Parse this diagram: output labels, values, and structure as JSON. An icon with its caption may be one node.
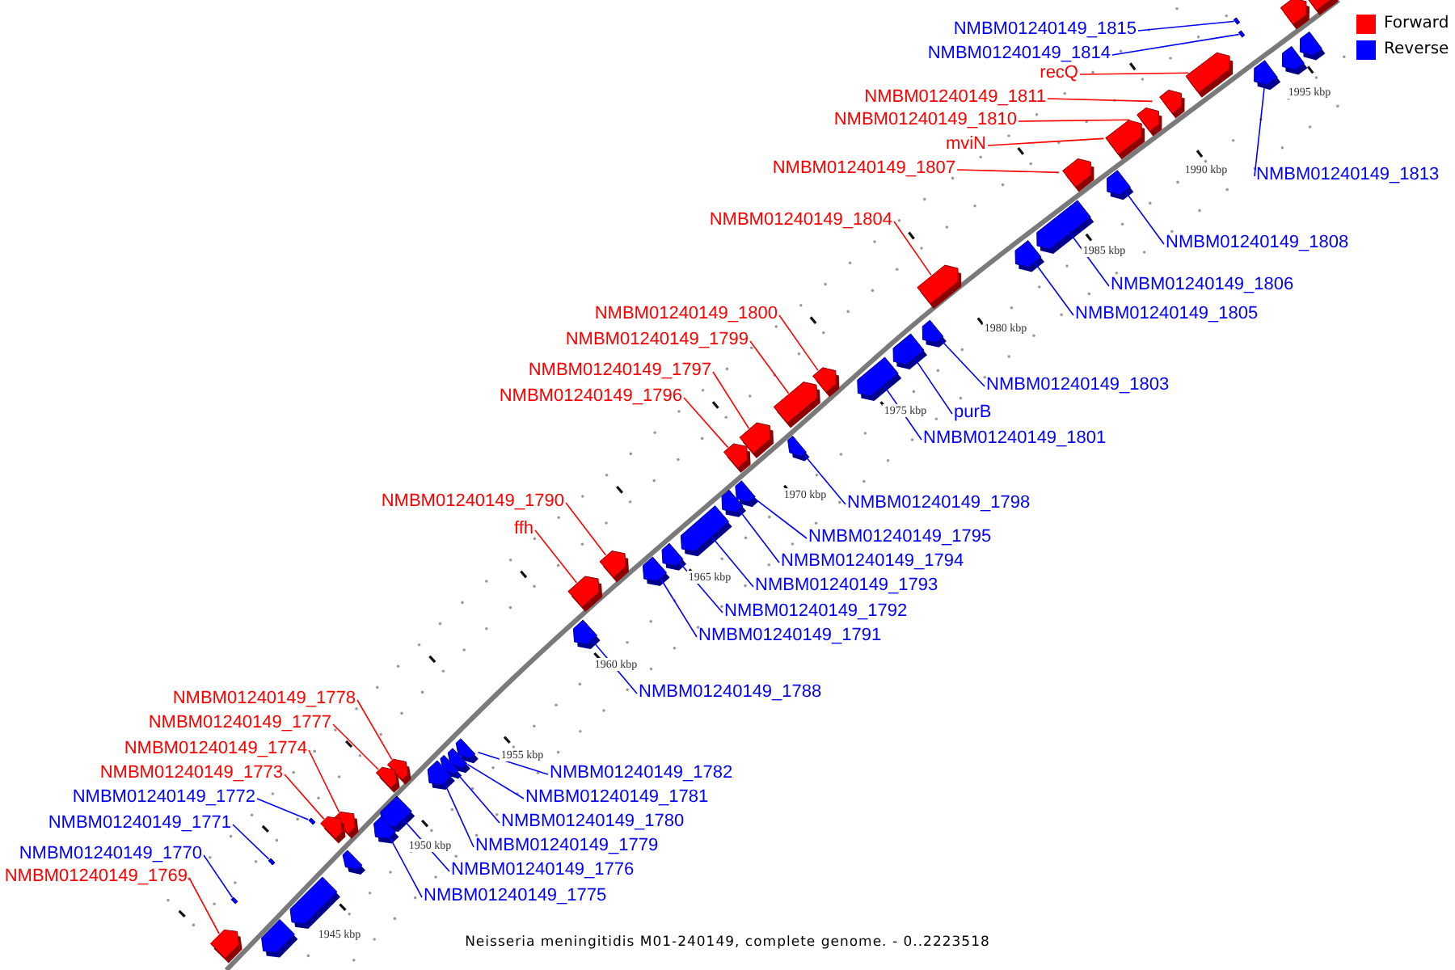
{
  "diagram": {
    "caption": "Neisseria meningitidis M01-240149, complete genome. - 0..2223518",
    "nodes": [
      {
        "text": [],
        "shape": "box"
      },
      {
        "text": [],
        "shape": "box"
      },
      {
        "text": [
          "NMBM01240149_1815"
        ]
      },
      {
        "text": [],
        "shape": "box"
      },
      {
        "text": [
          "NMBM01240149_1814"
        ]
      },
      {
        "text": [],
        "shape": "box"
      },
      {
        "text": [],
        "shape": "box"
      },
      {
        "text": [],
        "shape": "box"
      },
      {
        "text": [
          "recQ"
        ]
      },
      {
        "text": [],
        "shape": "box"
      },
      {
        "text": [
          "NMBM01240149_1813"
        ]
      },
      {
        "text": [],
        "shape": "box"
      },
      {
        "text": [
          "NMBM01240149_1811"
        ]
      },
      {
        "text": [],
        "shape": "box"
      },
      {
        "text": [
          "NMBM01240149_1810"
        ]
      },
      {
        "text": [],
        "shape": "box"
      },
      {
        "text": [
          "mviN"
        ]
      },
      {
        "text": [],
        "shape": "box"
      },
      {
        "text": [
          "NMBM01240149_1807"
        ]
      },
      {
        "text": [],
        "shape": "box"
      },
      {
        "text": [
          "NMBM01240149_1808"
        ]
      },
      {
        "text": [],
        "shape": "box"
      },
      {
        "text": [
          "NMBM01240149_1806"
        ]
      },
      {
        "text": [],
        "shape": "box"
      },
      {
        "text": [
          "NMBM01240149_1805"
        ]
      },
      {
        "text": [],
        "shape": "box"
      },
      {
        "text": [
          "NMBM01240149_1804"
        ]
      },
      {
        "text": [],
        "shape": "box"
      },
      {
        "text": [
          "NMBM01240149_1800"
        ]
      },
      {
        "text": [],
        "shape": "box"
      },
      {
        "text": [
          "NMBM01240149_1799"
        ]
      },
      {
        "text": [],
        "shape": "box"
      },
      {
        "text": [
          "NMBM01240149_1803"
        ]
      },
      {
        "text": [],
        "shape": "box"
      },
      {
        "text": [
          "purB"
        ]
      },
      {
        "text": [],
        "shape": "box"
      },
      {
        "text": [
          "NMBM01240149_1801"
        ]
      },
      {
        "text": [],
        "shape": "box"
      },
      {
        "text": [
          "NMBM01240149_1797"
        ]
      },
      {
        "text": [],
        "shape": "box"
      },
      {
        "text": [
          "NMBM01240149_1796"
        ]
      },
      {
        "text": [],
        "shape": "box"
      },
      {
        "text": [
          "NMBM01240149_1798"
        ]
      },
      {
        "text": [],
        "shape": "box"
      },
      {
        "text": [
          "NMBM01240149_1795"
        ]
      },
      {
        "text": [],
        "shape": "box"
      },
      {
        "text": [
          "NMBM01240149_1794"
        ]
      },
      {
        "text": [],
        "shape": "box"
      },
      {
        "text": [
          "NMBM01240149_1790"
        ]
      },
      {
        "text": [],
        "shape": "box"
      },
      {
        "text": [
          "NMBM01240149_1793"
        ]
      },
      {
        "text": [],
        "shape": "box"
      },
      {
        "text": [
          "ffh"
        ]
      },
      {
        "text": [],
        "shape": "box"
      },
      {
        "text": [
          "NMBM01240149_1792"
        ]
      },
      {
        "text": [],
        "shape": "box"
      },
      {
        "text": [
          "NMBM01240149_1791"
        ]
      },
      {
        "text": [],
        "shape": "box"
      },
      {
        "text": [
          "NMBM01240149_1788"
        ]
      },
      {
        "text": [],
        "shape": "box"
      },
      {
        "text": [
          "NMBM01240149_1778"
        ]
      },
      {
        "text": [],
        "shape": "box"
      },
      {
        "text": [
          "NMBM01240149_1777"
        ]
      },
      {
        "text": [],
        "shape": "box"
      },
      {
        "text": [
          "NMBM01240149_1774"
        ]
      },
      {
        "text": [],
        "shape": "box"
      },
      {
        "text": [
          "NMBM01240149_1773"
        ]
      },
      {
        "text": [],
        "shape": "box"
      },
      {
        "text": [
          "NMBM01240149_1782"
        ]
      },
      {
        "text": [],
        "shape": "box"
      },
      {
        "text": [
          "NMBM01240149_1781"
        ]
      },
      {
        "text": [],
        "shape": "box"
      },
      {
        "text": [
          "NMBM01240149_1780"
        ]
      },
      {
        "text": [],
        "shape": "box"
      },
      {
        "text": [
          "NMBM01240149_1779"
        ]
      },
      {
        "text": [],
        "shape": "box"
      },
      {
        "text": [
          "NMBM01240149_1772"
        ]
      },
      {
        "text": [],
        "shape": "box"
      },
      {
        "text": [
          "NMBM01240149_1771"
        ]
      },
      {
        "text": [],
        "shape": "box"
      },
      {
        "text": [
          "NMBM01240149_1776"
        ]
      },
      {
        "text": [],
        "shape": "box"
      },
      {
        "text": [
          "NMBM01240149_1775"
        ]
      },
      {
        "text": [],
        "shape": "box"
      },
      {
        "text": [],
        "shape": "box"
      },
      {
        "text": [
          "NMBM01240149_1770"
        ]
      },
      {
        "text": [],
        "shape": "box"
      },
      {
        "text": [
          "NMBM01240149_1769"
        ]
      },
      {
        "text": [],
        "shape": "box"
      },
      {
        "text": [],
        "shape": "box"
      },
      {
        "text": [],
        "shape": "box"
      }
    ],
    "edges": [
      {
        "from": 2,
        "to": 3,
        "arrow": "none"
      },
      {
        "from": 4,
        "to": 5,
        "arrow": "none"
      },
      {
        "from": 8,
        "to": 9,
        "arrow": "none",
        "color": "#ff0000"
      },
      {
        "from": 10,
        "to": 11,
        "arrow": "none"
      },
      {
        "from": 12,
        "to": 13,
        "arrow": "none",
        "color": "#ff0000"
      },
      {
        "from": 14,
        "to": 15,
        "arrow": "none",
        "color": "#ff0000"
      },
      {
        "from": 16,
        "to": 17,
        "arrow": "none",
        "color": "#ff0000"
      },
      {
        "from": 18,
        "to": 19,
        "arrow": "none",
        "color": "#ff0000"
      },
      {
        "from": 20,
        "to": 21,
        "arrow": "none"
      },
      {
        "from": 22,
        "to": 23,
        "arrow": "none"
      },
      {
        "from": 24,
        "to": 25,
        "arrow": "none"
      },
      {
        "from": 26,
        "to": 27,
        "arrow": "none",
        "color": "#ff0000"
      },
      {
        "from": 28,
        "to": 29,
        "arrow": "none",
        "color": "#ff0000"
      },
      {
        "from": 30,
        "to": 31,
        "arrow": "none",
        "color": "#ff0000"
      },
      {
        "from": 32,
        "to": 33,
        "arrow": "none"
      },
      {
        "from": 34,
        "to": 35,
        "arrow": "none"
      },
      {
        "from": 36,
        "to": 37,
        "arrow": "none"
      },
      {
        "from": 38,
        "to": 39,
        "arrow": "none",
        "color": "#ff0000"
      },
      {
        "from": 40,
        "to": 41,
        "arrow": "none",
        "color": "#ff0000"
      },
      {
        "from": 42,
        "to": 43,
        "arrow": "none"
      },
      {
        "from": 44,
        "to": 45,
        "arrow": "none"
      },
      {
        "from": 46,
        "to": 47,
        "arrow": "none"
      },
      {
        "from": 48,
        "to": 49,
        "arrow": "none",
        "color": "#ff0000"
      },
      {
        "from": 50,
        "to": 51,
        "arrow": "none"
      },
      {
        "from": 52,
        "to": 53,
        "arrow": "none",
        "color": "#ff0000"
      },
      {
        "from": 54,
        "to": 55,
        "arrow": "none"
      },
      {
        "from": 56,
        "to": 57,
        "arrow": "none"
      },
      {
        "from": 58,
        "to": 59,
        "arrow": "none"
      },
      {
        "from": 60,
        "to": 61,
        "arrow": "none",
        "color": "#ff0000"
      },
      {
        "from": 62,
        "to": 63,
        "arrow": "none",
        "color": "#ff0000"
      },
      {
        "from": 64,
        "to": 65,
        "arrow": "none",
        "color": "#ff0000"
      },
      {
        "from": 66,
        "to": 67,
        "arrow": "none",
        "color": "#ff0000"
      },
      {
        "from": 68,
        "to": 69,
        "arrow": "none"
      },
      {
        "from": 70,
        "to": 71,
        "arrow": "none"
      },
      {
        "from": 72,
        "to": 73,
        "arrow": "none"
      },
      {
        "from": 74,
        "to": 75,
        "arrow": "none"
      },
      {
        "from": 76,
        "to": 77,
        "arrow": "none"
      },
      {
        "from": 78,
        "to": 79,
        "arrow": "none"
      },
      {
        "from": 80,
        "to": 81,
        "arrow": "none"
      },
      {
        "from": 82,
        "to": 83,
        "arrow": "none"
      },
      {
        "from": 85,
        "to": 86,
        "arrow": "none"
      },
      {
        "from": 87,
        "to": 88,
        "arrow": "none",
        "color": "#ff0000"
      }
    ],
    "labels": [
      "1995 kbp",
      "1990 kbp",
      "1985 kbp",
      "1980 kbp",
      "1975 kbp",
      "1970 kbp",
      "1965 kbp",
      "1960 kbp",
      "1955 kbp",
      "1950 kbp",
      "1945 kbp"
    ],
    "legend": [
      {
        "text": "Forward",
        "color": "#ff0000"
      },
      {
        "text": "Reverse",
        "color": "#0000ff"
      }
    ]
  }
}
